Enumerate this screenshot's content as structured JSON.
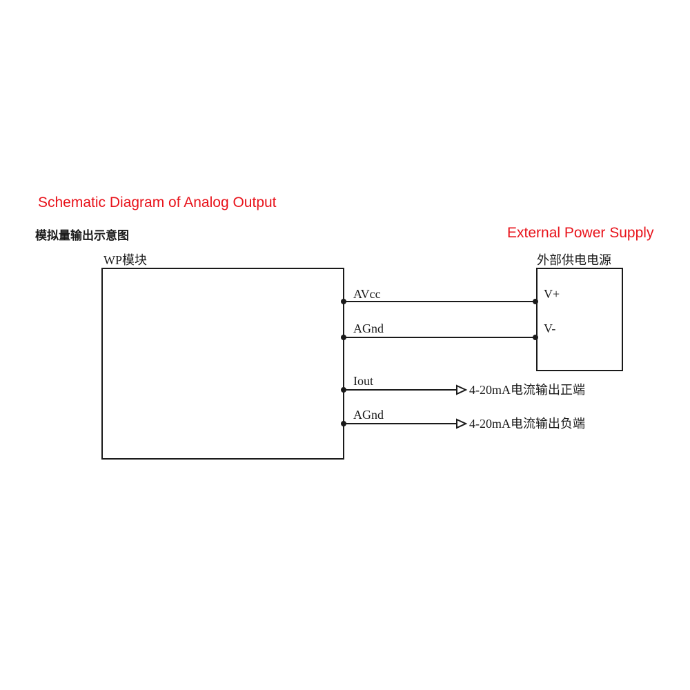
{
  "title_en": "Schematic Diagram of Analog Output",
  "title_cn": "模拟量输出示意图",
  "power_supply_en": "External Power Supply",
  "colors": {
    "title_red": "#e8121a",
    "line": "#1a1a1a",
    "text": "#1a1a1a"
  },
  "module": {
    "caption": "WP模块",
    "pins": {
      "avcc": "AVcc",
      "agnd1": "AGnd",
      "iout": "Iout",
      "agnd2": "AGnd"
    }
  },
  "power_supply": {
    "caption": "外部供电电源",
    "pins": {
      "vplus": "V+",
      "vminus": "V-"
    }
  },
  "outputs": {
    "positive": "4-20mA电流输出正端",
    "negative": "4-20mA电流输出负端"
  }
}
